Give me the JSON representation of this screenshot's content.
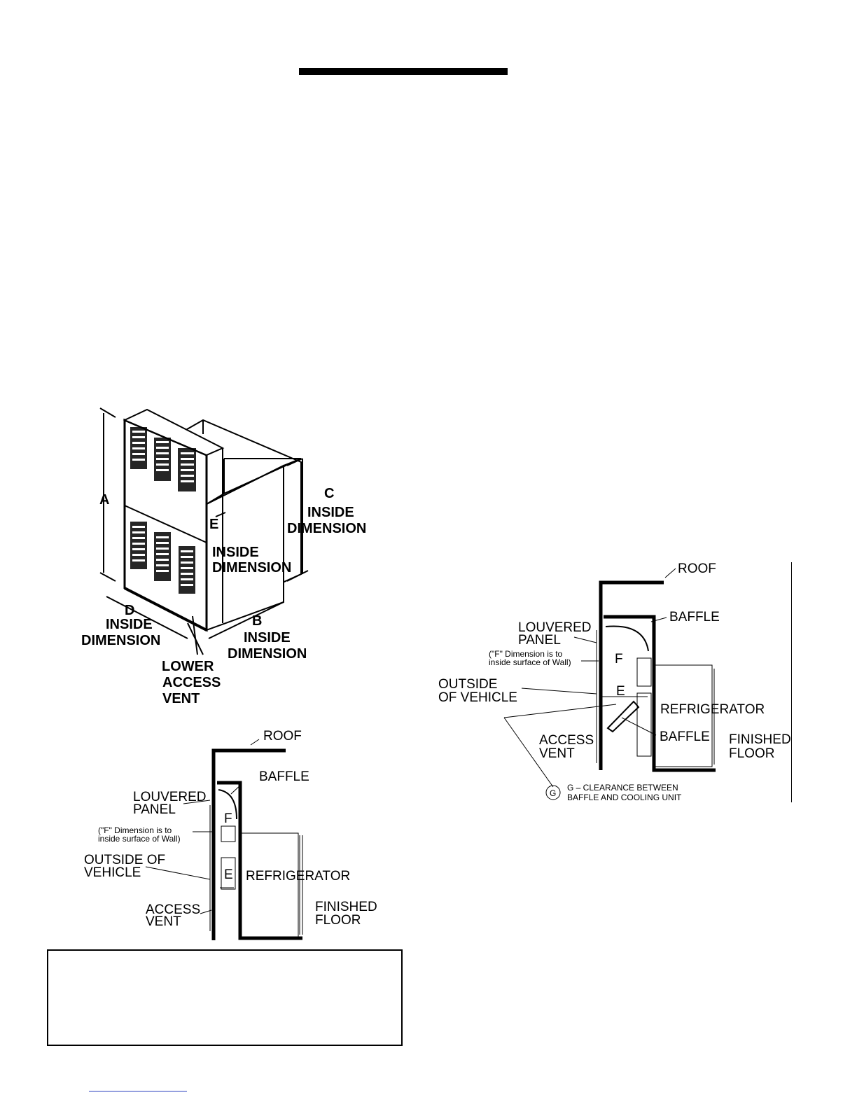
{
  "iso_figure": {
    "label_a": "A",
    "label_c": "C",
    "label_c_inside": "INSIDE",
    "label_c_dimension": "DIMENSION",
    "label_e": "E",
    "label_e_inside": "INSIDE",
    "label_e_dimension": "DIMENSION",
    "label_d": "D",
    "label_d_inside": "INSIDE",
    "label_d_dimension": "DIMENSION",
    "label_b": "B",
    "label_b_inside": "INSIDE",
    "label_b_dimension": "DIMENSION",
    "label_lower": "LOWER",
    "label_access": "ACCESS",
    "label_vent": "VENT"
  },
  "section_left": {
    "roof": "ROOF",
    "baffle": "BAFFLE",
    "louvered": "LOUVERED",
    "panel": "PANEL",
    "f_note_1": "(\"F\" Dimension is to",
    "f_note_2": "inside surface of Wall)",
    "outside_of": "OUTSIDE OF",
    "vehicle": "VEHICLE",
    "refrigerator": "REFRIGERATOR",
    "access": "ACCESS",
    "vent": "VENT",
    "finished": "FINISHED",
    "floor": "FLOOR",
    "f": "F",
    "e": "E"
  },
  "section_right": {
    "roof": "ROOF",
    "baffle_top": "BAFFLE",
    "louvered": "LOUVERED",
    "panel": "PANEL",
    "f_note_1": "(\"F\" Dimension is to",
    "f_note_2": "inside surface of Wall)",
    "outside": "OUTSIDE",
    "of_vehicle": "OF VEHICLE",
    "refrigerator": "REFRIGERATOR",
    "baffle_lower": "BAFFLE",
    "access": "ACCESS",
    "vent": "VENT",
    "finished": "FINISHED",
    "floor": "FLOOR",
    "g_symbol": "G",
    "g_note_1": "G – CLEARANCE BETWEEN",
    "g_note_2": "BAFFLE AND COOLING UNIT",
    "f": "F",
    "e": "E"
  }
}
